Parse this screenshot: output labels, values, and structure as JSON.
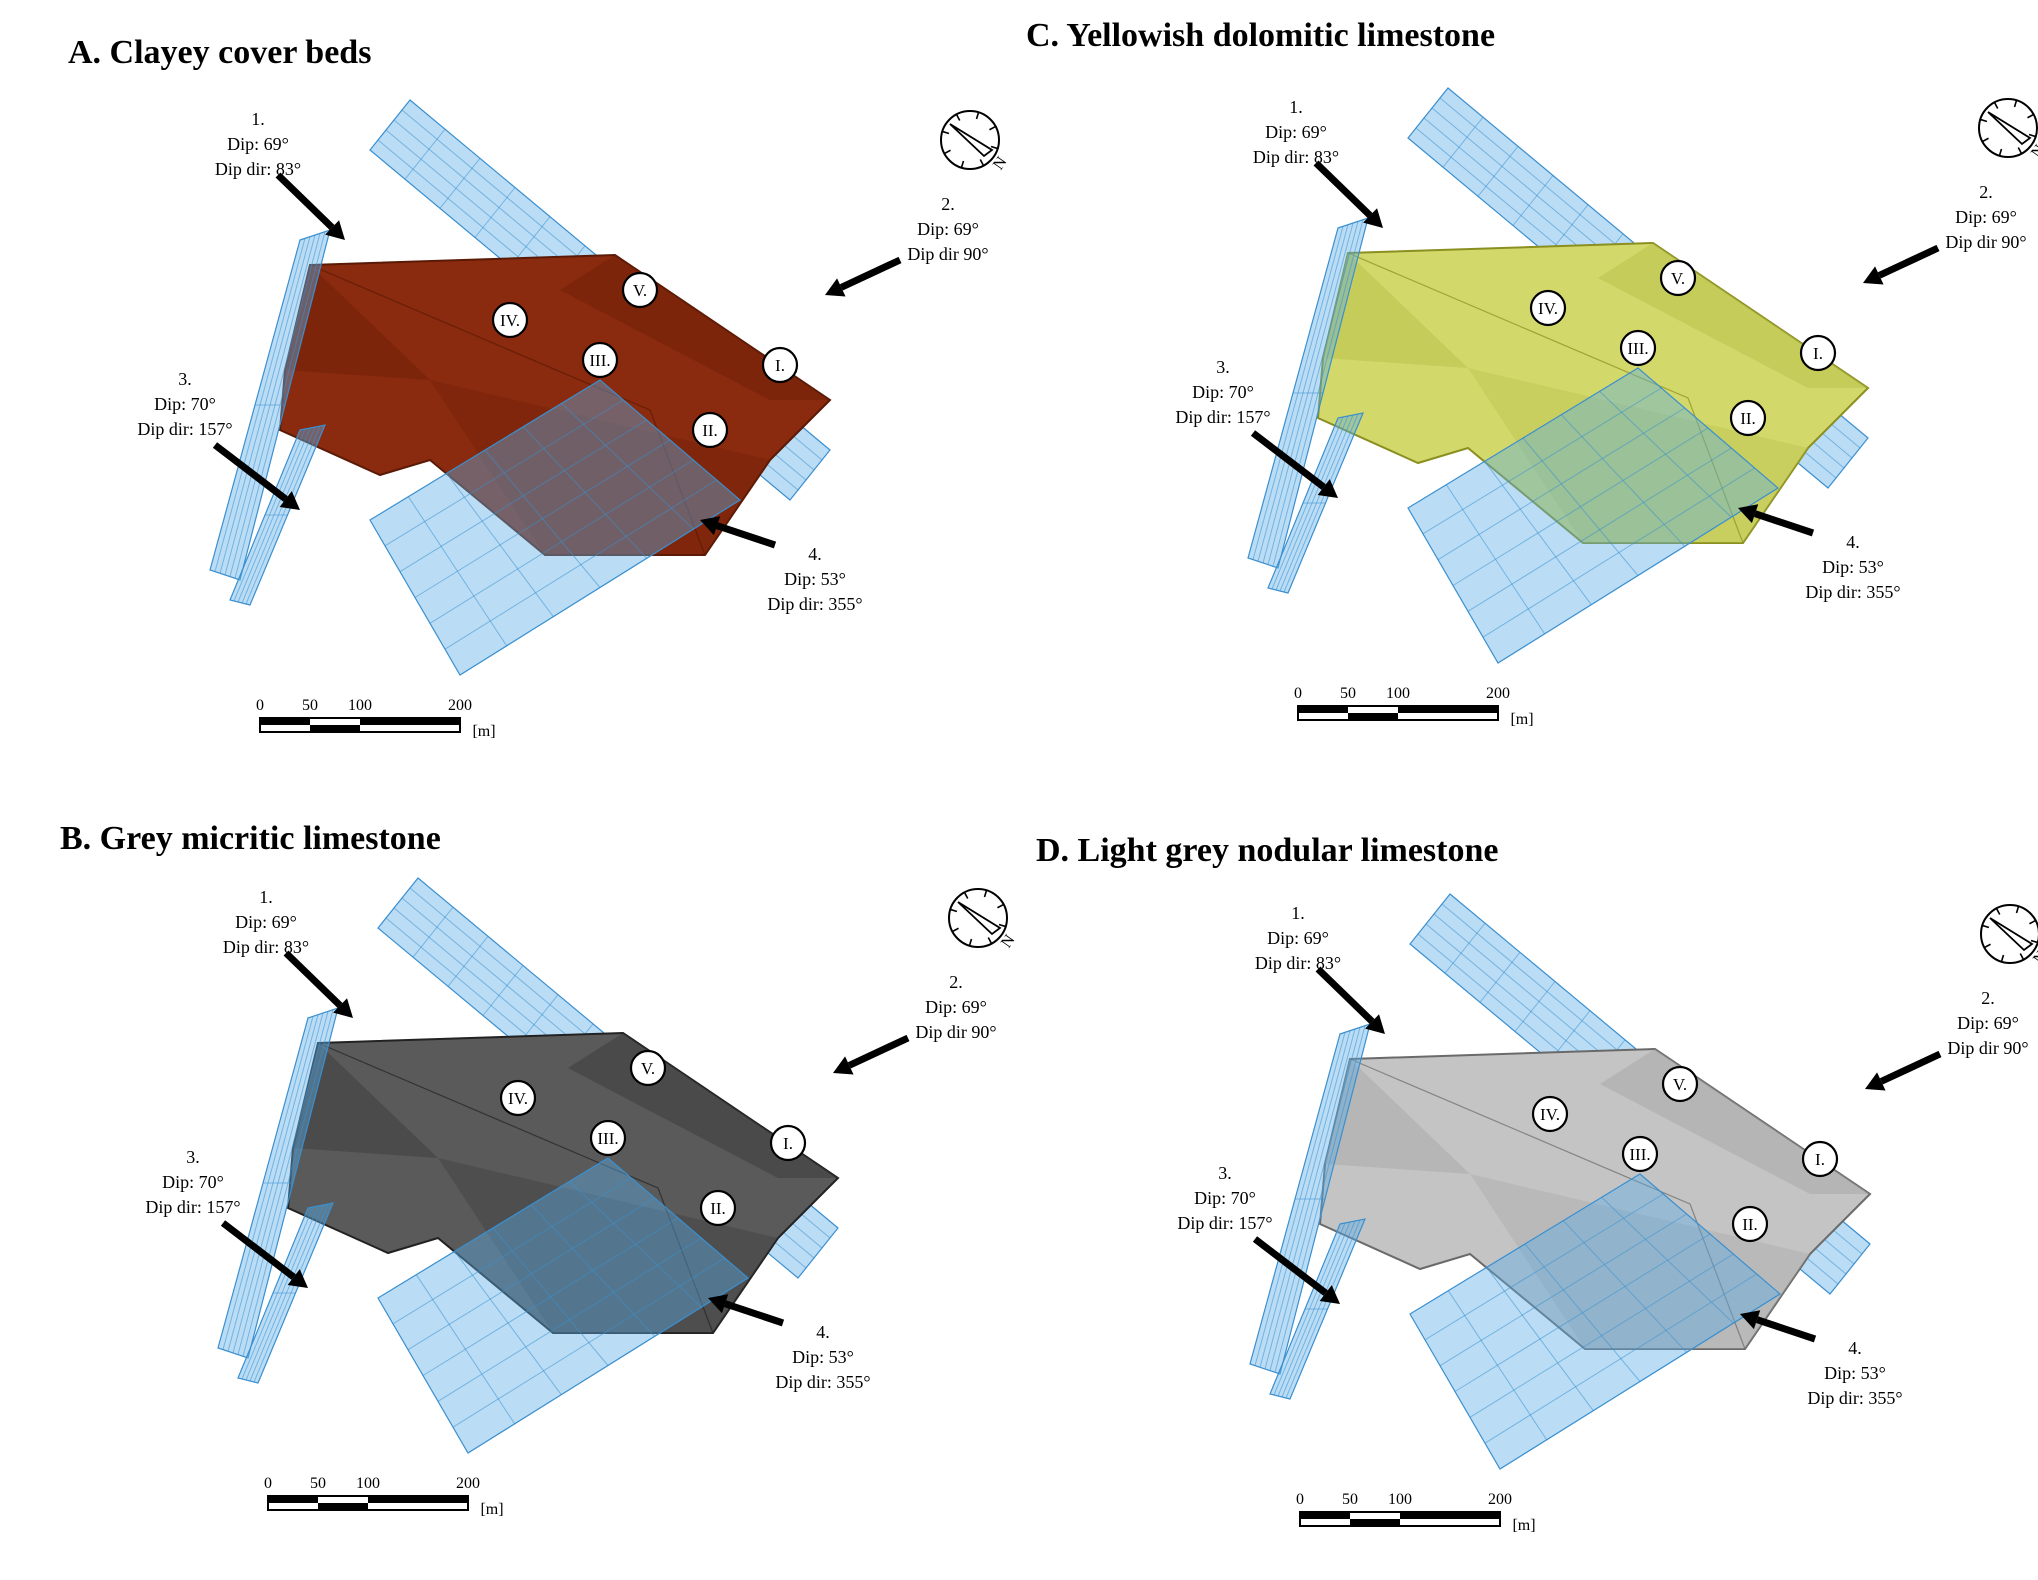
{
  "panels": [
    {
      "id": "A",
      "title": "A. Clayey cover beds",
      "block_color": "#8a2a0e",
      "block_dark": "#6d1f08",
      "block_edge": "#5a1a06"
    },
    {
      "id": "B",
      "title": "B. Grey micritic limestone",
      "block_color": "#5a5a5a",
      "block_dark": "#3a3a3a",
      "block_edge": "#222222"
    },
    {
      "id": "C",
      "title": "C. Yellowish dolomitic limestone",
      "block_color": "#d2d86a",
      "block_dark": "#b8bf48",
      "block_edge": "#8b8f20"
    },
    {
      "id": "D",
      "title": "D. Light grey nodular limestone",
      "block_color": "#c4c4c4",
      "block_dark": "#a6a6a6",
      "block_edge": "#6a6a6a"
    }
  ],
  "planes": [
    {
      "num": "1.",
      "dip": "Dip: 69°",
      "dipdir": "Dip dir: 83°"
    },
    {
      "num": "2.",
      "dip": "Dip: 69°",
      "dipdir": "Dip dir 90°"
    },
    {
      "num": "3.",
      "dip": "Dip: 70°",
      "dipdir": "Dip dir: 157°"
    },
    {
      "num": "4.",
      "dip": "Dip: 53°",
      "dipdir": "Dip dir: 355°"
    }
  ],
  "blocks": [
    "I.",
    "II.",
    "III.",
    "IV.",
    "V."
  ],
  "scale": {
    "ticks": [
      "0",
      "50",
      "100",
      "200"
    ],
    "unit": "[m]"
  },
  "compass_label": "N",
  "colors": {
    "plane_fill": "#5aaee8",
    "plane_stroke": "#3a8fd0",
    "plane_line": "#1f7fd0"
  }
}
